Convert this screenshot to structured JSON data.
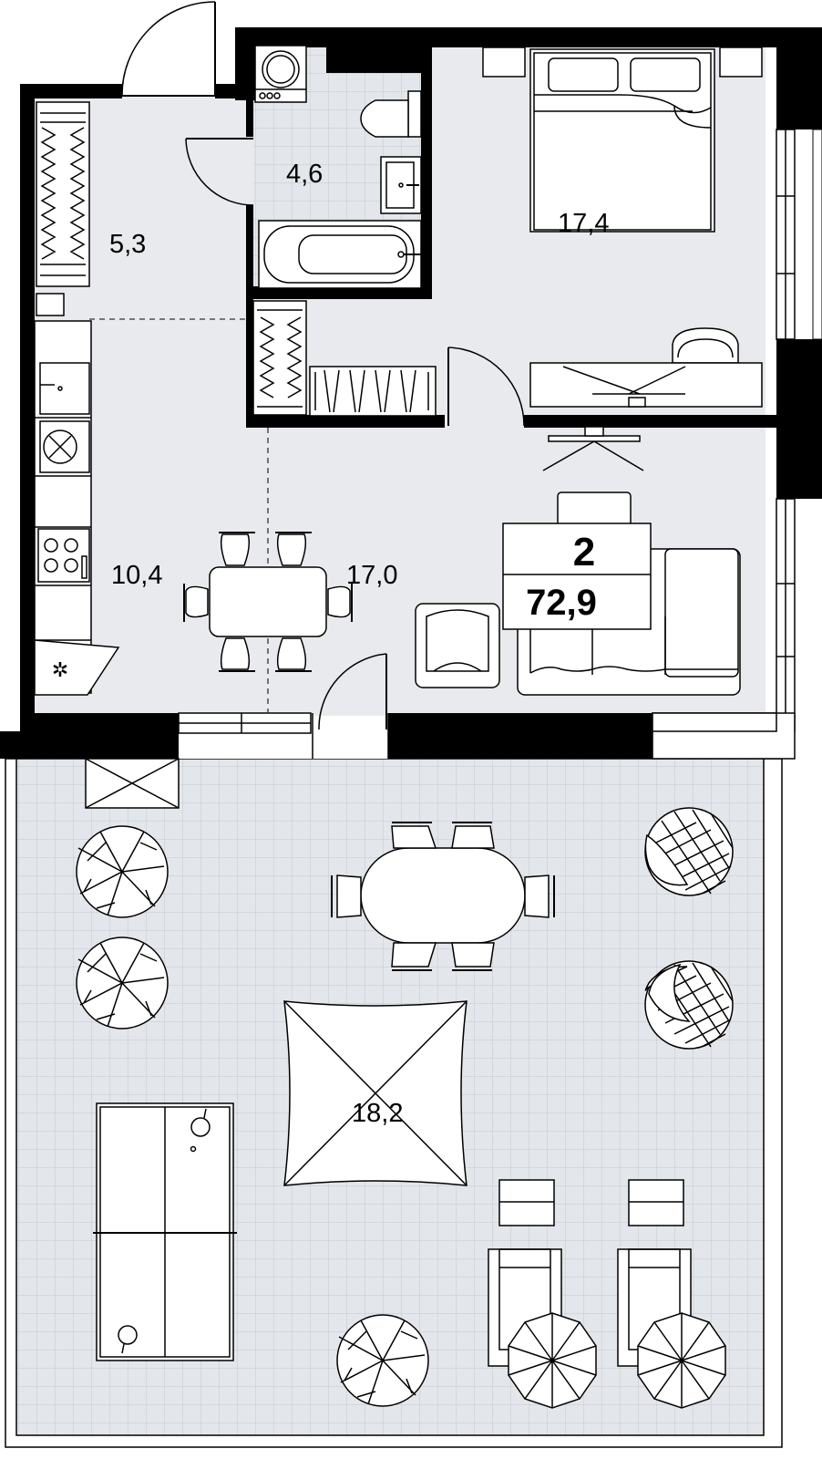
{
  "apartment": {
    "rooms": "2",
    "total_area": "72,9"
  },
  "rooms": [
    {
      "id": "hallway",
      "area": "5,3"
    },
    {
      "id": "bathroom",
      "area": "4,6"
    },
    {
      "id": "bedroom",
      "area": "17,4"
    },
    {
      "id": "kitchen",
      "area": "10,4"
    },
    {
      "id": "living-room",
      "area": "17,0"
    },
    {
      "id": "terrace",
      "area": "18,2"
    }
  ],
  "colors": {
    "floor": "#e8eaed",
    "terrace_floor": "#e3e6ea",
    "terrace_grid": "#c4c9d0",
    "wall": "#000000"
  }
}
